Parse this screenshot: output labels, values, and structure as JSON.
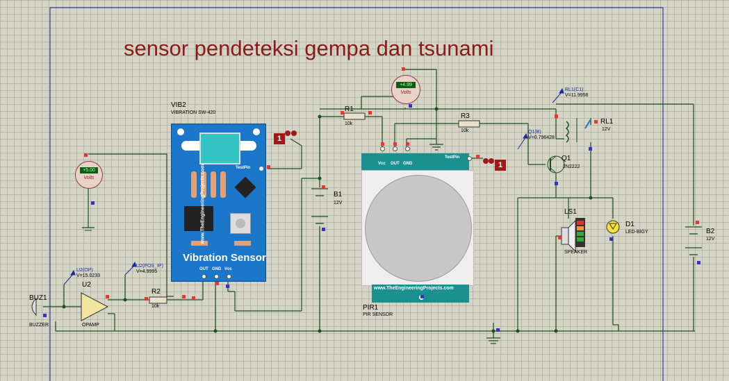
{
  "title": "sensor pendeteksi gempa dan tsunami",
  "components": {
    "vib": {
      "ref": "VIB2",
      "value": "VIBRATION SW-420",
      "board_url": "www.TheEngineeringProjects.com",
      "board_label": "Vibration Sensor",
      "testpin": "TestPin",
      "pins": [
        "OUT",
        "GND",
        "Vcc"
      ]
    },
    "pir": {
      "ref": "PIR1",
      "value": "PIR SENSOR",
      "board_url": "www.TheEngineeringProjects.com",
      "testpin": "TestPin",
      "pins": [
        "Vcc",
        "OUT",
        "GND"
      ]
    },
    "r1": {
      "ref": "R1",
      "value": "10k"
    },
    "r2": {
      "ref": "R2",
      "value": "10k"
    },
    "r3": {
      "ref": "R3",
      "value": "10k"
    },
    "b1": {
      "ref": "B1",
      "value": "12V"
    },
    "b2": {
      "ref": "B2",
      "value": "12V"
    },
    "q1": {
      "ref": "Q1",
      "value": "2N2222"
    },
    "rl1": {
      "ref": "RL1",
      "value": "12V"
    },
    "ls1": {
      "ref": "LS1",
      "value": "SPEAKER"
    },
    "d1": {
      "ref": "D1",
      "value": "LED-BIGY"
    },
    "u2": {
      "ref": "U2",
      "value": "OPAMP"
    },
    "buz": {
      "ref": "BUZ1",
      "value": "BUZZER"
    }
  },
  "voltmeters": [
    {
      "reading": "+5.00",
      "unit": "Volts"
    },
    {
      "reading": "+4.99",
      "unit": "Volts"
    }
  ],
  "probes": {
    "u2_op": {
      "name": "U2(OP)",
      "value": "V=15.0233"
    },
    "u2_pos": {
      "name": "U2(POS_IP)",
      "value": "V=4.9995"
    },
    "rl1": {
      "name": "RL1(C1)",
      "value": "V=11.9956"
    },
    "q1": {
      "name": "Q1(B)",
      "value": "V=0.796428"
    }
  },
  "logic_probes": [
    {
      "state": "1"
    },
    {
      "state": "1"
    }
  ],
  "colors": {
    "wire": "#1e4d1e",
    "title": "#8b1a1a",
    "border": "#1a1a9a",
    "board_blue": "#1a77c9",
    "pir_teal": "#1b9090"
  }
}
